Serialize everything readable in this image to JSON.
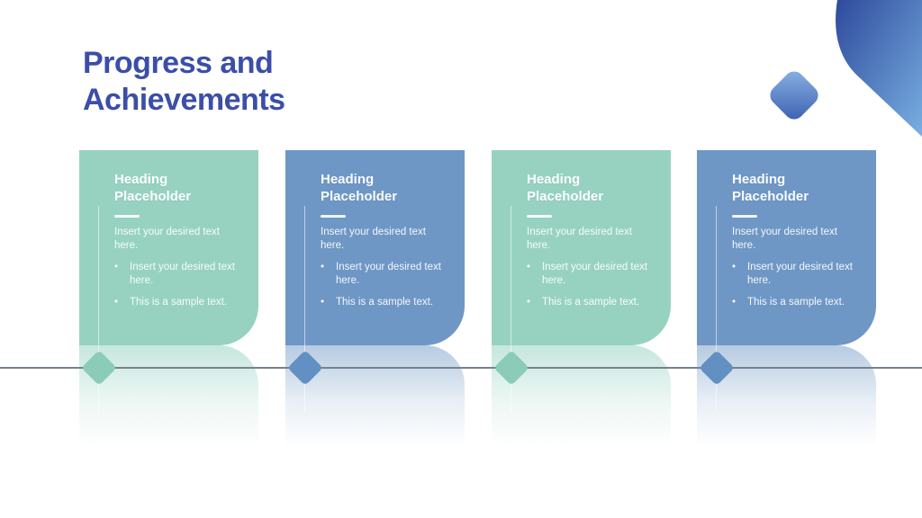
{
  "slide": {
    "title": "Progress and Achievements"
  },
  "cards": [
    {
      "variant": "teal",
      "heading": "Heading Placeholder",
      "paragraph": "Insert your desired text here.",
      "bullets": [
        "Insert your desired text here.",
        "This is a sample text."
      ]
    },
    {
      "variant": "blue",
      "heading": "Heading Placeholder",
      "paragraph": "Insert your desired text here.",
      "bullets": [
        "Insert your desired text here.",
        "This is a sample text."
      ]
    },
    {
      "variant": "teal",
      "heading": "Heading Placeholder",
      "paragraph": "Insert your desired text here.",
      "bullets": [
        "Insert your desired text here.",
        "This is a sample text."
      ]
    },
    {
      "variant": "blue",
      "heading": "Heading Placeholder",
      "paragraph": "Insert your desired text here.",
      "bullets": [
        "Insert your desired text here.",
        "This is a sample text."
      ]
    }
  ],
  "glyphs": {
    "bullet_char": "•"
  },
  "colors": {
    "title_text": "#3B4EA8",
    "card_teal": "#97D2C1",
    "card_blue": "#6E97C5",
    "diamond_teal": "#8ACCB8",
    "diamond_blue": "#6290C2",
    "timeline_line": "#76828F",
    "corner_shape_dark": "#2E4A9C",
    "corner_shape_light": "#79AFE2",
    "small_diamond_light": "#8CB5E5",
    "small_diamond_dark": "#3A5DAF",
    "card_text": "#FFFFFF"
  }
}
